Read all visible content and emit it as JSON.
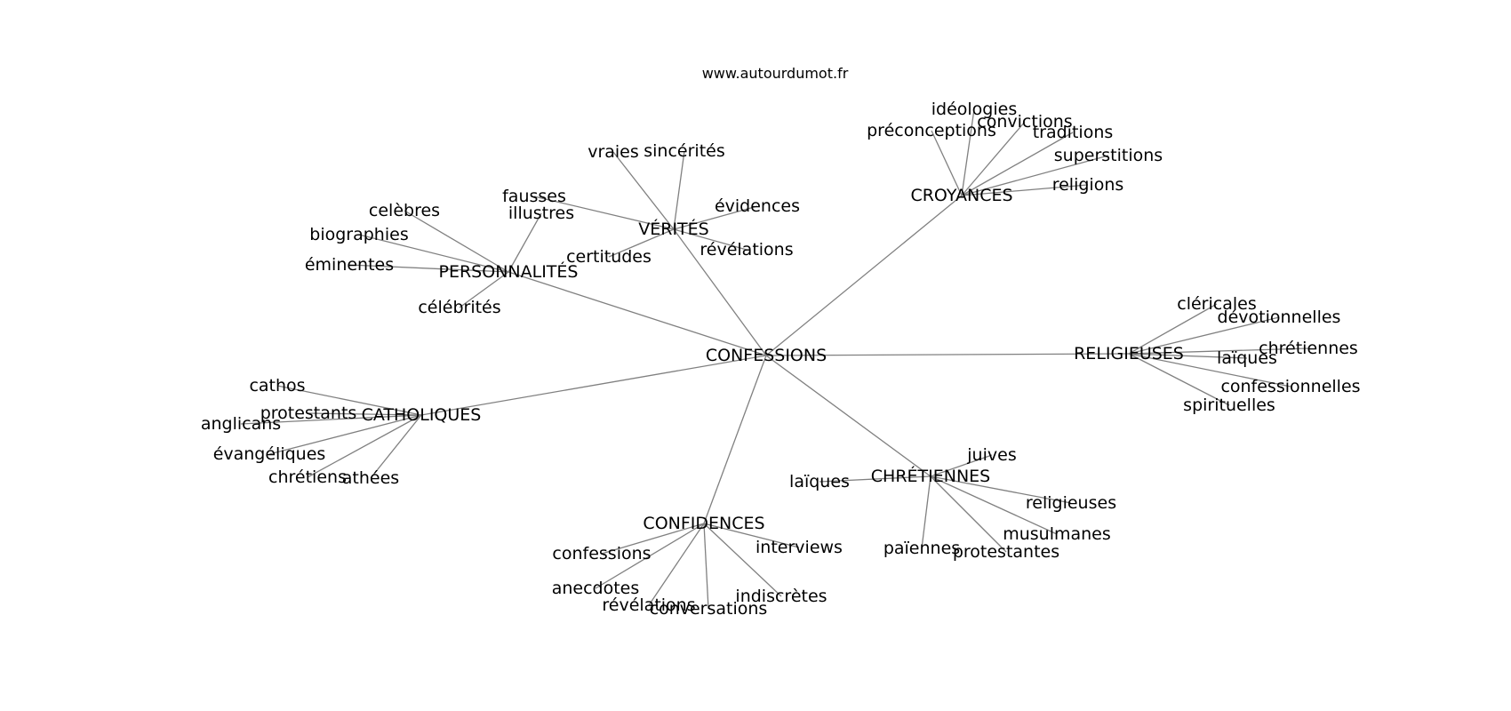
{
  "site": "www.autourdumot.fr",
  "center": {
    "label": "CONFESSIONS"
  },
  "clusters": [
    {
      "label": "PERSONNALITÉS",
      "leaves": [
        "celèbres",
        "biographies",
        "éminentes",
        "célébrités",
        "illustres"
      ]
    },
    {
      "label": "VÉRITÉS",
      "leaves": [
        "vraies",
        "sincérités",
        "fausses",
        "évidences",
        "révélations",
        "certitudes"
      ]
    },
    {
      "label": "CROYANCES",
      "leaves": [
        "idéologies",
        "convictions",
        "préconceptions",
        "traditions",
        "superstitions",
        "religions"
      ]
    },
    {
      "label": "RELIGIEUSES",
      "leaves": [
        "cléricales",
        "dévotionnelles",
        "chrétiennes",
        "laïques",
        "confessionnelles",
        "spirituelles"
      ]
    },
    {
      "label": "CATHOLIQUES",
      "leaves": [
        "cathos",
        "protestants",
        "anglicans",
        "évangéliques",
        "chrétiens",
        "athées"
      ]
    },
    {
      "label": "CHRÉTIENNES",
      "leaves": [
        "juives",
        "laïques",
        "religieuses",
        "musulmanes",
        "païennes",
        "protestantes"
      ]
    },
    {
      "label": "CONFIDENCES",
      "leaves": [
        "confessions",
        "interviews",
        "anecdotes",
        "révélations",
        "conversations",
        "indiscrètes"
      ]
    }
  ]
}
